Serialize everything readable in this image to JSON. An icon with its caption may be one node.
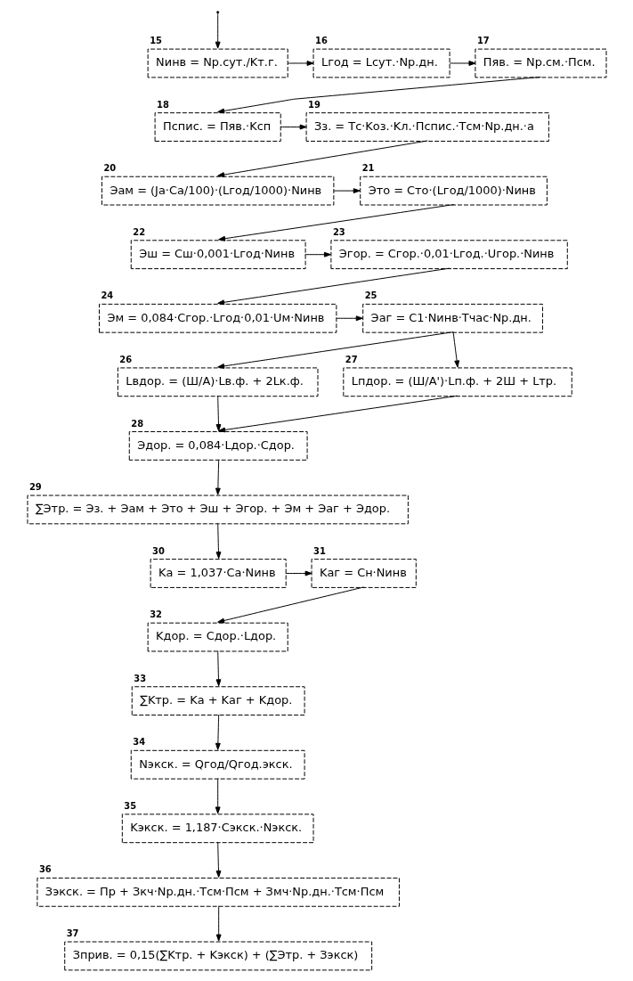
{
  "diagram": {
    "nodes": [
      {
        "text": [
          "Nинв = Nр.сут./Kт.г."
        ],
        "beside": [
          "15"
        ]
      },
      {
        "text": [
          "Lгод = Lсут.·Nр.дн."
        ],
        "beside": [
          "16"
        ]
      },
      {
        "text": [
          "Пяв. = Nр.см.·Псм."
        ],
        "beside": [
          "17"
        ]
      },
      {
        "text": [
          "Пспис. = Пяв.·Kсп"
        ],
        "beside": [
          "18"
        ]
      },
      {
        "text": [
          "Зз. = Tс·Kоз.·Kл.·Пспис.·Tсм·Nр.дн.·а"
        ],
        "beside": [
          "19"
        ]
      },
      {
        "text": [
          "Эам = (Jа·Са/100)·(Lгод/1000)·Nинв"
        ],
        "beside": [
          "20"
        ]
      },
      {
        "text": [
          "Это = Сто·(Lгод/1000)·Nинв"
        ],
        "beside": [
          "21"
        ]
      },
      {
        "text": [
          "Эш = Сш·0,001·Lгод·Nинв"
        ],
        "beside": [
          "22"
        ]
      },
      {
        "text": [
          "Эгор. = Сгор.·0,01·Lгод.·Uгор.·Nинв"
        ],
        "beside": [
          "23"
        ]
      },
      {
        "text": [
          "Эм = 0,084·Сгор.·Lгод·0,01·Uм·Nинв"
        ],
        "beside": [
          "24"
        ]
      },
      {
        "text": [
          "Эаг = С1·Nинв·Tчас·Nр.дн."
        ],
        "beside": [
          "25"
        ]
      },
      {
        "text": [
          "Lвдор. = (Ш/А)·Lв.ф. + 2Lк.ф."
        ],
        "beside": [
          "26"
        ]
      },
      {
        "text": [
          "Lпдор. = (Ш/А')·Lп.ф. + 2Ш + Lтр."
        ],
        "beside": [
          "27"
        ]
      },
      {
        "text": [
          "Эдор. = 0,084·Lдор.·Сдор."
        ],
        "beside": [
          "28"
        ]
      },
      {
        "text": [
          "∑Этр. = Эз. + Эам + Это + Эш + Эгор. + Эм + Эаг + Эдор."
        ],
        "beside": [
          "29"
        ]
      },
      {
        "text": [
          "Kа = 1,037·Са·Nинв"
        ],
        "beside": [
          "30"
        ]
      },
      {
        "text": [
          "Kаг = Сн·Nинв"
        ],
        "beside": [
          "31"
        ]
      },
      {
        "text": [
          "Kдор. = Сдор.·Lдор."
        ],
        "beside": [
          "32"
        ]
      },
      {
        "text": [
          "∑Kтр. = Kа + Kаг + Kдор."
        ],
        "beside": [
          "33"
        ]
      },
      {
        "text": [
          "Nэкск. = Qгод/Qгод.экск."
        ],
        "beside": [
          "34"
        ]
      },
      {
        "text": [
          "Kэкск. = 1,187·Сэкск.·Nэкск."
        ],
        "beside": [
          "35"
        ]
      },
      {
        "text": [
          "Зэкск. = Пр + Зкч·Nр.дн.·Tсм·Псм + Змч·Nр.дн.·Tсм·Псм"
        ],
        "beside": [
          "36"
        ]
      },
      {
        "text": [
          "Зприв. = 0,15(∑Kтр. + Kэкск) + (∑Этр. + Зэкск)"
        ],
        "beside": [
          "37"
        ]
      }
    ],
    "edges": [
      {
        "from": null,
        "to": 0,
        "arrow": "to"
      },
      {
        "from": 0,
        "to": 1,
        "arrow": "to"
      },
      {
        "from": 1,
        "to": 2,
        "arrow": "to"
      },
      {
        "from": 2,
        "to": 3,
        "arrow": "to"
      },
      {
        "from": 3,
        "to": 4,
        "arrow": "to"
      },
      {
        "from": 4,
        "to": 5,
        "arrow": "to"
      },
      {
        "from": 5,
        "to": 6,
        "arrow": "to"
      },
      {
        "from": 6,
        "to": 7,
        "arrow": "to"
      },
      {
        "from": 7,
        "to": 8,
        "arrow": "to"
      },
      {
        "from": 8,
        "to": 9,
        "arrow": "to"
      },
      {
        "from": 9,
        "to": 10,
        "arrow": "to"
      },
      {
        "from": 10,
        "to": 11,
        "arrow": "to"
      },
      {
        "from": 10,
        "to": 12,
        "arrow": "to"
      },
      {
        "from": 11,
        "to": 13,
        "arrow": "to"
      },
      {
        "from": 12,
        "to": 13,
        "arrow": "to"
      },
      {
        "from": 13,
        "to": 14,
        "arrow": "to"
      },
      {
        "from": 14,
        "to": 15,
        "arrow": "to"
      },
      {
        "from": 15,
        "to": 16,
        "arrow": "to"
      },
      {
        "from": 16,
        "to": 17,
        "arrow": "to"
      },
      {
        "from": 17,
        "to": 18,
        "arrow": "to"
      },
      {
        "from": 18,
        "to": 19,
        "arrow": "to"
      },
      {
        "from": 19,
        "to": 20,
        "arrow": "to"
      },
      {
        "from": 20,
        "to": 21,
        "arrow": "to"
      },
      {
        "from": 21,
        "to": 22,
        "arrow": "to"
      }
    ]
  }
}
